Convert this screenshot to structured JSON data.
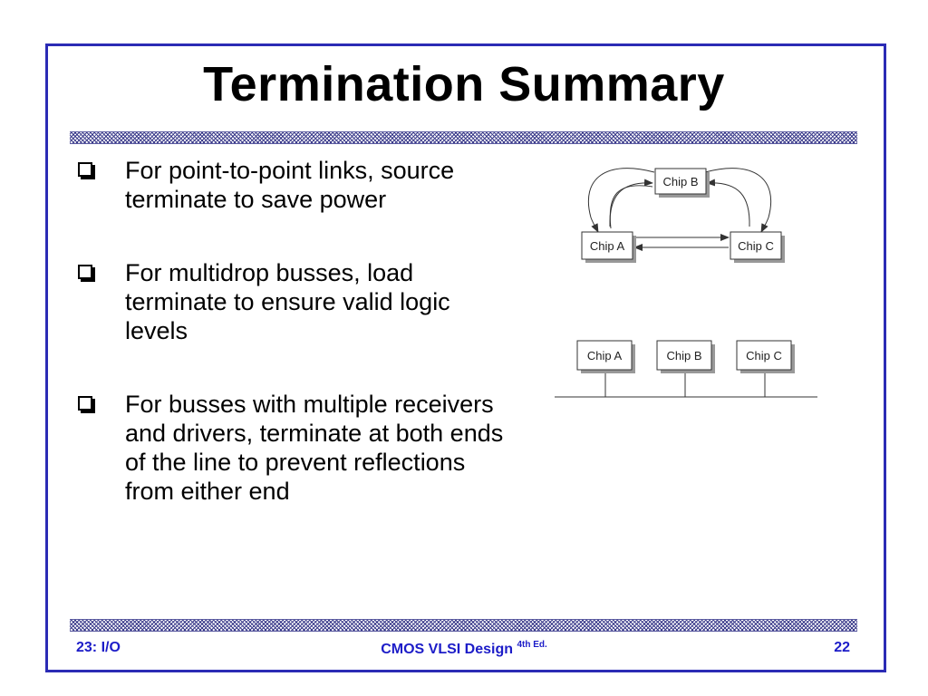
{
  "slide": {
    "title": "Termination Summary",
    "bullets": [
      {
        "text": "For point-to-point links, source terminate to save power"
      },
      {
        "text": "For multidrop busses, load terminate to ensure valid logic levels"
      },
      {
        "text": "For busses with multiple receivers and drivers, terminate at both ends of the line to prevent reflections from either end"
      }
    ]
  },
  "diagrams": {
    "point_to_point": {
      "chip_a": "Chip A",
      "chip_b": "Chip B",
      "chip_c": "Chip C"
    },
    "multidrop": {
      "chip_a": "Chip A",
      "chip_b": "Chip B",
      "chip_c": "Chip C"
    }
  },
  "footer": {
    "left": "23: I/O",
    "center": "CMOS VLSI Design",
    "center_sup": "4th Ed.",
    "right": "22"
  },
  "colors": {
    "frame_border": "#2b2bb5",
    "footer_text": "#1c1cc8"
  }
}
